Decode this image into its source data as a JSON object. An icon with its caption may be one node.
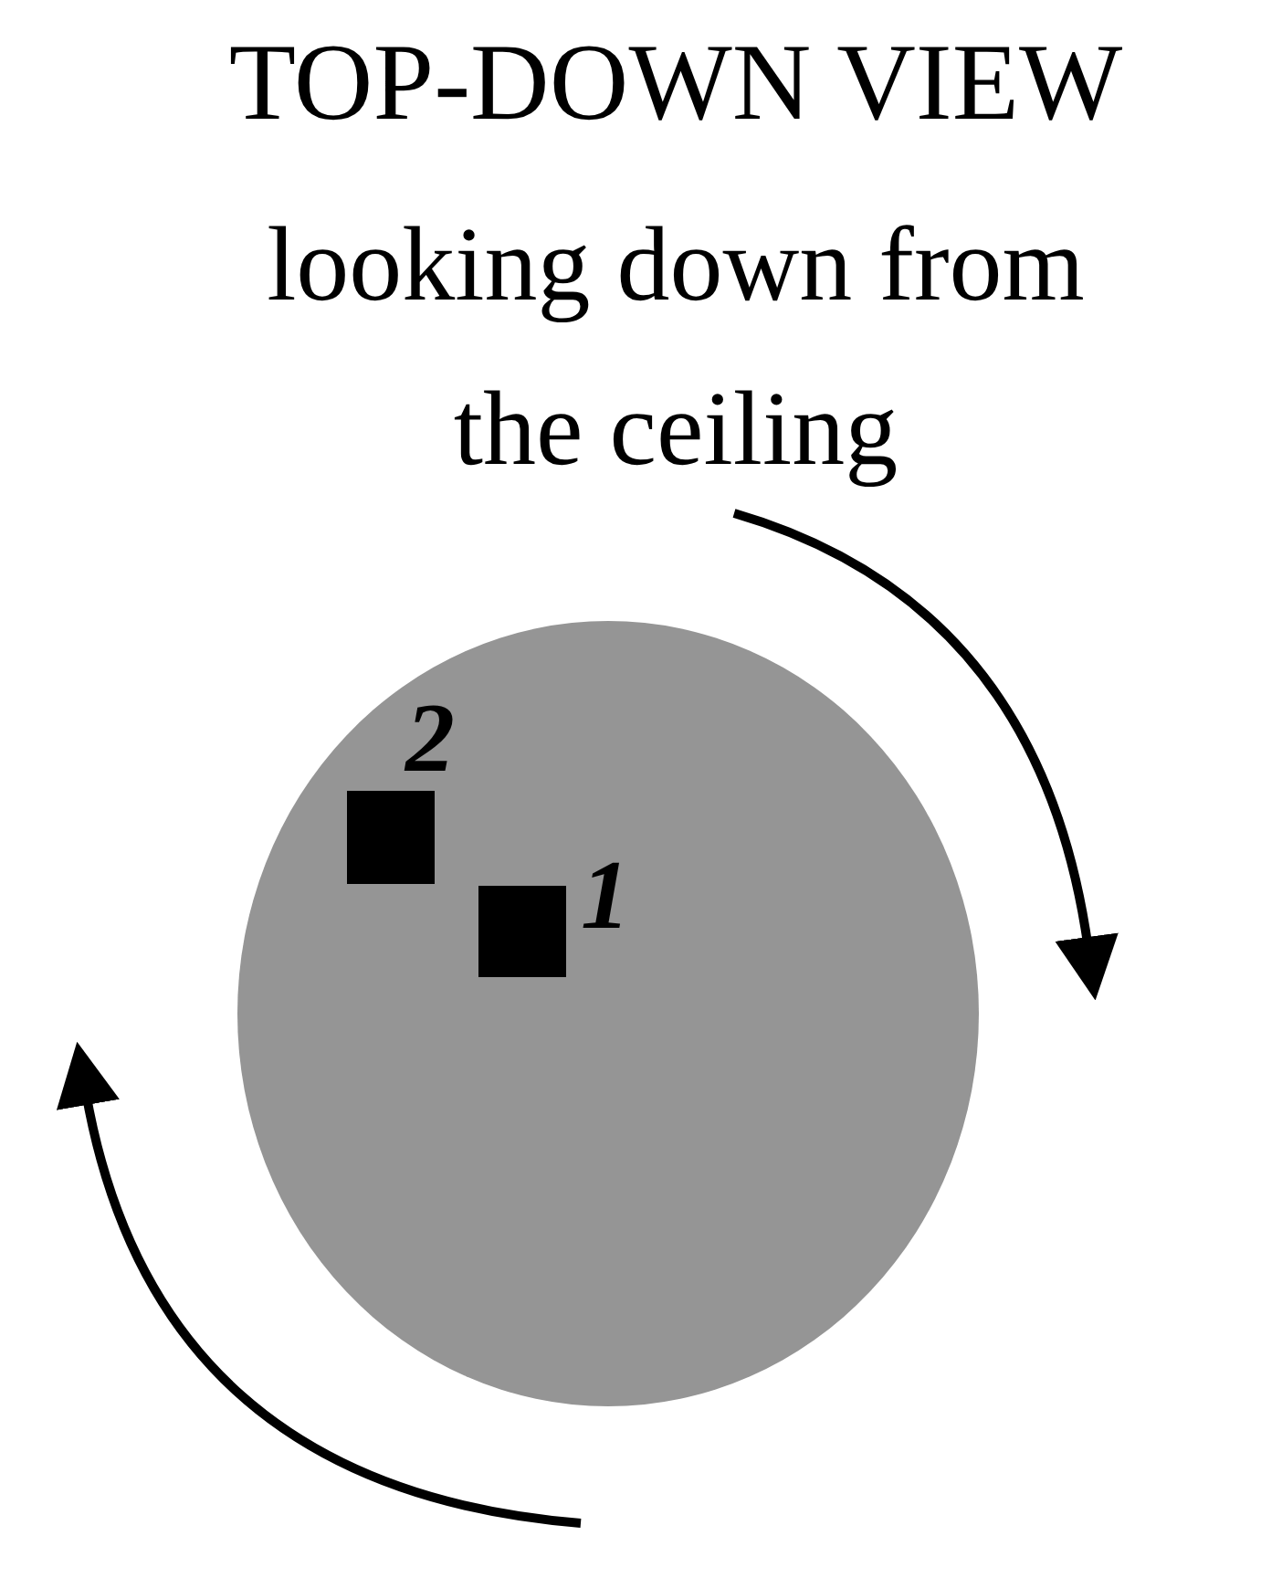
{
  "diagram": {
    "title": "TOP-DOWN VIEW",
    "nodes": [
      {
        "text": [],
        "shape": "circle"
      },
      {
        "text": [],
        "shape": "box",
        "in": 0,
        "beside": [
          "2"
        ]
      },
      {
        "text": [],
        "shape": "box",
        "in": 0,
        "beside": [
          "1"
        ]
      }
    ],
    "labels": [
      "looking down from the ceiling"
    ]
  }
}
